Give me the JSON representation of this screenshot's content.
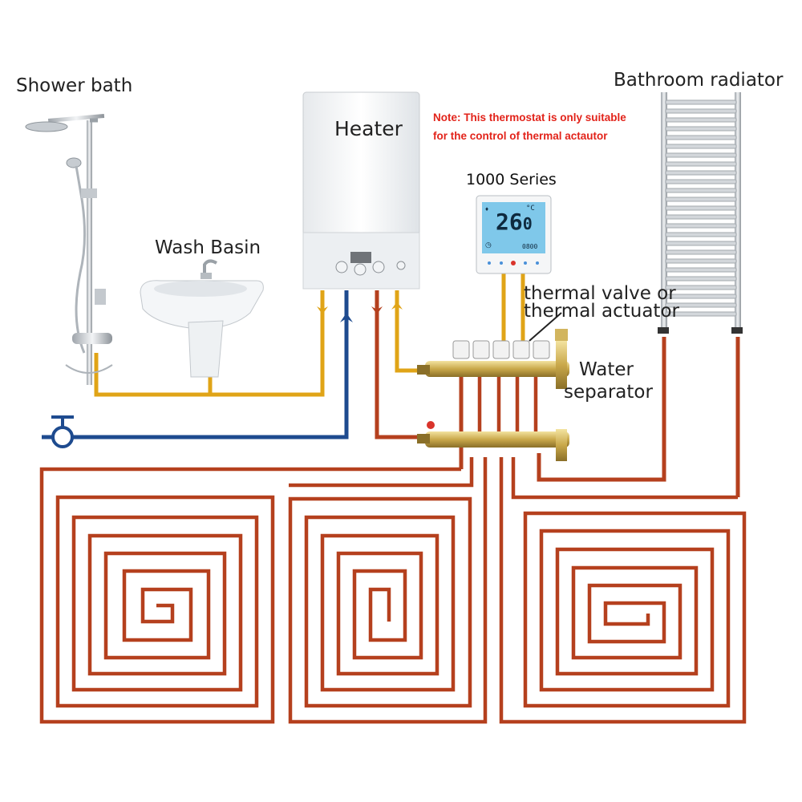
{
  "labels": {
    "shower": "Shower bath",
    "basin": "Wash Basin",
    "heater": "Heater",
    "radiator": "Bathroom radiator",
    "series": "1000 Series",
    "valve_line1": "thermal valve or",
    "valve_line2": "thermal actuator",
    "separator_line1": "Water",
    "separator_line2": "separator"
  },
  "note": {
    "line1": "Note: This thermostat is only suitable",
    "line2": "for the control of thermal actautor"
  },
  "thermostat": {
    "temperature": "26",
    "decimal": "0",
    "unit": "°C",
    "time": "0800"
  },
  "colors": {
    "hot_pipe": "#b5401e",
    "hot_water": "#e0a417",
    "cold_water": "#1e4b8f",
    "screen": "#7fc8ea"
  }
}
